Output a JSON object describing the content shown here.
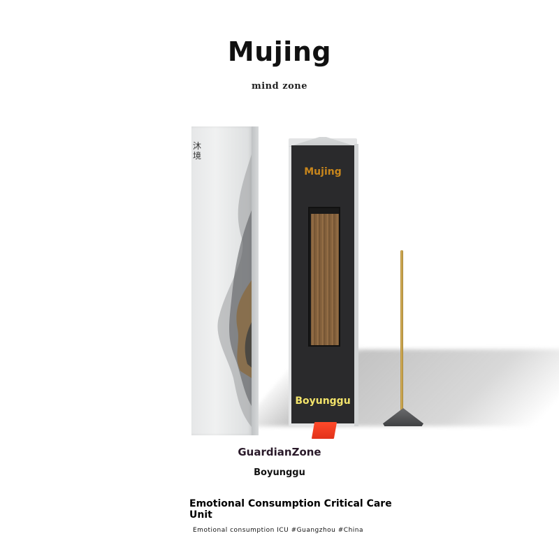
{
  "header": {
    "title": "Mujing",
    "subtitle": "mind zone"
  },
  "product": {
    "left_box": {
      "cjk_mark": "沐境"
    },
    "center_box": {
      "top_label": "Mujing",
      "bottom_label": "Boyunggu",
      "top_label_color": "#c8861c",
      "bottom_label_color": "#f2e36a"
    },
    "accent_tab_color": "#e2321a"
  },
  "footer": {
    "guardian": "GuardianZone",
    "brand": "Boyunggu",
    "heading": "Emotional Consumption Critical Care Unit",
    "caption": "Emotional consumption ICU #Guangzhou #China"
  }
}
